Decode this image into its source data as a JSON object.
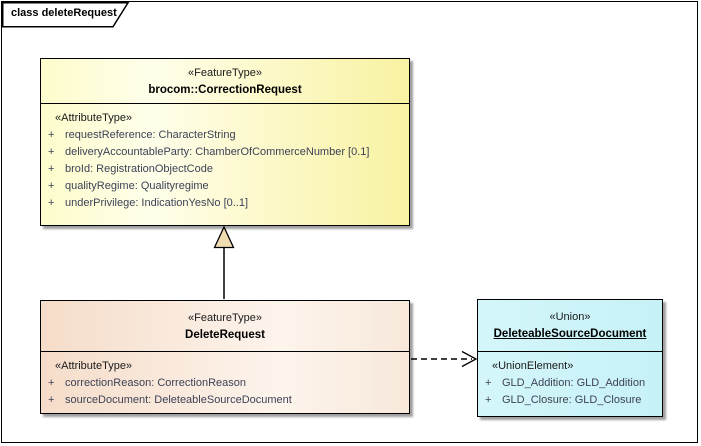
{
  "frame": {
    "label": "class deleteRequest"
  },
  "colors": {
    "correction_fill": "#f8f2a2",
    "delete_fill": "#f5dcc9",
    "union_fill": "#c6f1f6",
    "generalization_triangle_fill": "#f0dcb0",
    "attribute_text": "#3d4256",
    "border": "#000000",
    "shadow": "#9f9f9f"
  },
  "classes": {
    "correction_request": {
      "stereotype": "«FeatureType»",
      "name": "brocom::CorrectionRequest",
      "attr_stereotype": "«AttributeType»",
      "attributes": [
        {
          "vis": "+",
          "text": "requestReference: CharacterString"
        },
        {
          "vis": "+",
          "text": "deliveryAccountableParty: ChamberOfCommerceNumber [0.1]"
        },
        {
          "vis": "+",
          "text": "broId: RegistrationObjectCode"
        },
        {
          "vis": "+",
          "text": "qualityRegime: Qualityregime"
        },
        {
          "vis": "+",
          "text": "underPrivilege: IndicationYesNo [0..1]"
        }
      ]
    },
    "delete_request": {
      "stereotype": "«FeatureType»",
      "name": "DeleteRequest",
      "attr_stereotype": "«AttributeType»",
      "attributes": [
        {
          "vis": "+",
          "text": "correctionReason: CorrectionReason"
        },
        {
          "vis": "+",
          "text": "sourceDocument: DeleteableSourceDocument"
        }
      ]
    },
    "deleteable_source_document": {
      "stereotype": "«Union»",
      "name": "DeleteableSourceDocument",
      "attr_stereotype": "«UnionElement»",
      "attributes": [
        {
          "vis": "+",
          "text": "GLD_Addition: GLD_Addition"
        },
        {
          "vis": "+",
          "text": "GLD_Closure: GLD_Closure"
        }
      ]
    }
  },
  "relations": [
    {
      "type": "generalization",
      "from": "DeleteRequest",
      "to": "brocom::CorrectionRequest"
    },
    {
      "type": "dependency",
      "from": "DeleteRequest",
      "to": "DeleteableSourceDocument"
    }
  ]
}
